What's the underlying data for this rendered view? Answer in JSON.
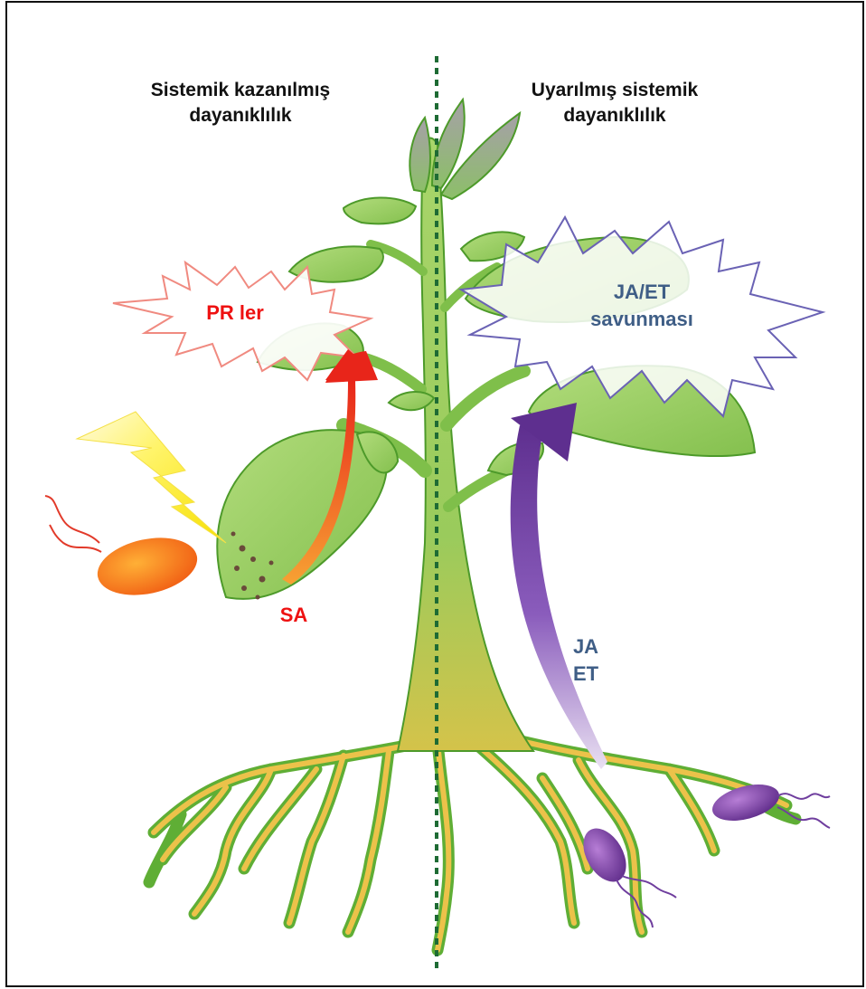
{
  "headings": {
    "left_line1": "Sistemik kazanılmış",
    "left_line2": "dayanıklılık",
    "right_line1": "Uyarılmış sistemik",
    "right_line2": "dayanıklılık"
  },
  "labels": {
    "pr": "PR ler",
    "ja_et_line1": "JA/ET",
    "ja_et_line2": "savunması",
    "sa": "SA",
    "ja": "JA",
    "et": "ET"
  },
  "colors": {
    "plant_green": "#8cc858",
    "plant_outline": "#4d9a2a",
    "root_yellow": "#e8c44a",
    "red_text": "#ee1111",
    "blue_text": "#3f5e86",
    "purple": "#6f3e9e",
    "orange": "#f07a1a",
    "divider": "#1e6b34"
  }
}
